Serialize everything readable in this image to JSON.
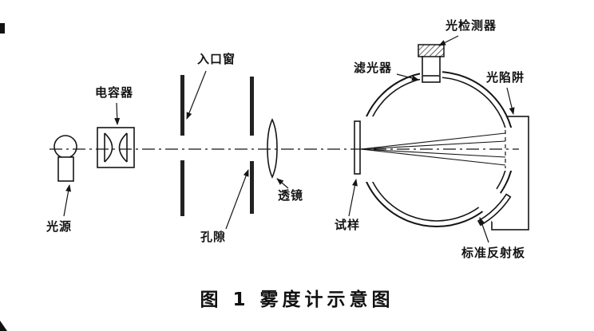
{
  "figure": {
    "title": "图 1  雾度计示意图",
    "labels": {
      "light_source": "光源",
      "condenser": "电容器",
      "entrance_window": "入口窗",
      "aperture": "孔隙",
      "lens": "透镜",
      "specimen": "试样",
      "filter": "滤光器",
      "photodetector": "光检测器",
      "light_trap": "光陷阱",
      "standard_reflector": "标准反射板"
    }
  }
}
